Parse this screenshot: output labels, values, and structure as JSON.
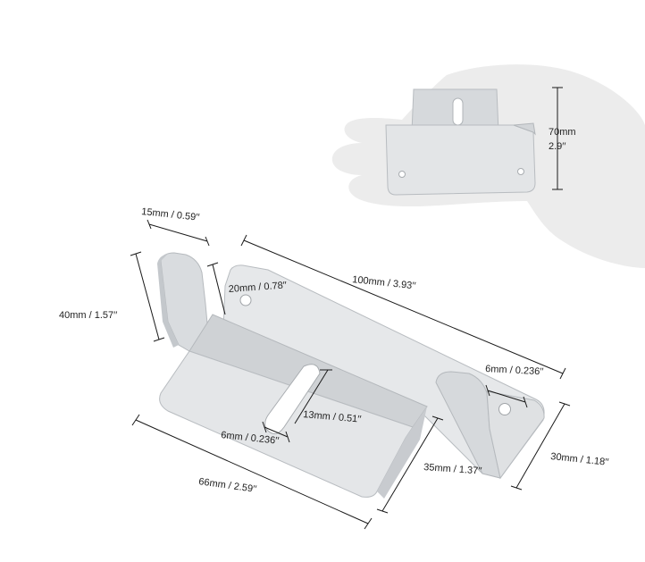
{
  "dimensions": {
    "height_small": "70mm",
    "height_small_in": "2.9′′",
    "tab_width": "15mm / 0.59′′",
    "tab_height": "40mm / 1.57′′",
    "hole_offset": "20mm / 0.78′′",
    "length": "100mm / 3.93′′",
    "hole_diameter_right": "6mm / 0.236′′",
    "slot_length": "13mm / 0.51′′",
    "slot_width": "6mm / 0.236′′",
    "base_width": "66mm / 2.59′′",
    "step_height": "35mm / 1.37′′",
    "side_height": "30mm / 1.18′′"
  },
  "colors": {
    "metal_light": "#e2e4e6",
    "metal_mid": "#cfd2d5",
    "metal_dark": "#b4b8bc",
    "hand": "#ececec",
    "dimension_line": "#1a1a1a"
  }
}
